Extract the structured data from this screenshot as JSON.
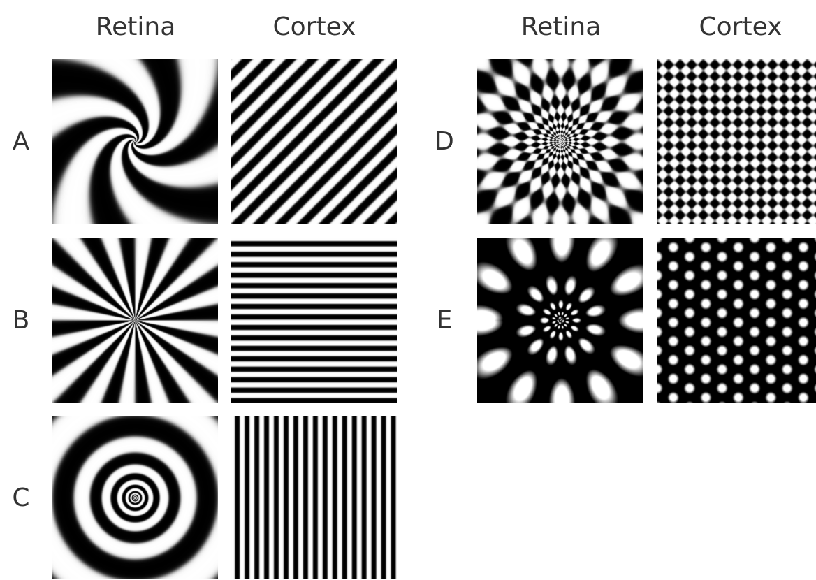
{
  "headers": {
    "left_retina": "Retina",
    "left_cortex": "Cortex",
    "right_retina": "Retina",
    "right_cortex": "Cortex"
  },
  "rows": {
    "a": "A",
    "b": "B",
    "c": "C",
    "d": "D",
    "e": "E"
  },
  "patterns": {
    "a_retina": "spiral",
    "a_cortex": "diagonal-stripes",
    "b_retina": "radial-rays",
    "b_cortex": "horizontal-stripes",
    "c_retina": "concentric-rings",
    "c_cortex": "vertical-stripes",
    "d_retina": "log-polar-checkerboard",
    "d_cortex": "checkerboard",
    "e_retina": "log-polar-dot-lattice",
    "e_cortex": "dot-lattice"
  }
}
